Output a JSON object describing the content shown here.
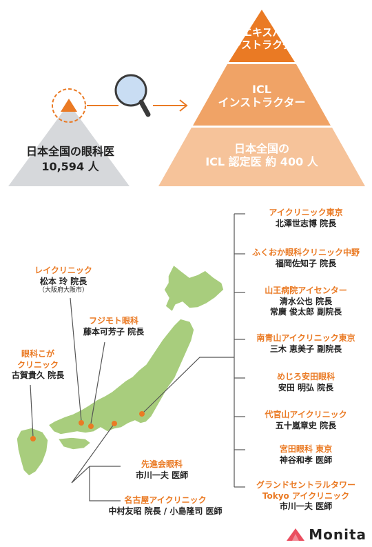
{
  "colors": {
    "orange": "#ea7a24",
    "tier2": "#f0a366",
    "tier3": "#f6c39a",
    "gray": "#d6d8db",
    "map": "#a8cd7d",
    "line": "#555555",
    "logo": "#ea4e60"
  },
  "pyramid": {
    "tier1": [
      "ICL エキスパート",
      "インストラクター"
    ],
    "tier2": [
      "ICL",
      "インストラクター"
    ],
    "tier3": [
      "日本全国の",
      "ICL 認定医 約 400 人"
    ]
  },
  "japan_stat": {
    "line1": "日本全国の眼科医",
    "line2": "10,594 人"
  },
  "icons": {
    "magnifier": "magnifier-icon",
    "arrow": "arrow-right-icon",
    "logo": "monita-logo-icon"
  },
  "clinics": {
    "left": [
      {
        "name": "レイクリニック",
        "doctor": "松本 玲 院長",
        "note": "（大阪府大阪市）"
      },
      {
        "name": "フジモト眼科",
        "doctor": "藤本可芳子 院長"
      },
      {
        "name": [
          "眼科こが",
          "クリニック"
        ],
        "doctor": "古賀貴久 院長"
      }
    ],
    "bottom": [
      {
        "name": "先進会眼科",
        "doctor": "市川一夫 医師"
      },
      {
        "name": "名古屋アイクリニック",
        "doctor": "中村友昭 院長 / 小島隆司 医師"
      }
    ],
    "right": [
      {
        "name": "アイクリニック東京",
        "doctors": [
          "北澤世志博 院長"
        ]
      },
      {
        "name": "ふくおか眼科クリニック中野",
        "doctors": [
          "福岡佐知子 院長"
        ]
      },
      {
        "name": "山王病院アイセンター",
        "doctors": [
          "清水公也 院長",
          "常廣 俊太郎 副院長"
        ]
      },
      {
        "name": "南青山アイクリニック東京",
        "doctors": [
          "三木 恵美子 副院長"
        ]
      },
      {
        "name": "めじろ安田眼科",
        "doctors": [
          "安田 明弘 院長"
        ]
      },
      {
        "name": "代官山アイクリニック",
        "doctors": [
          "五十嵐章史 院長"
        ]
      },
      {
        "name": "宮田眼科 東京",
        "doctors": [
          "神谷和孝 医師"
        ]
      },
      {
        "name": [
          "グランドセントラルタワー",
          "Tokyo アイクリニック"
        ],
        "doctors": [
          "市川一夫 医師"
        ]
      }
    ]
  },
  "brand": {
    "name": "Monita"
  }
}
